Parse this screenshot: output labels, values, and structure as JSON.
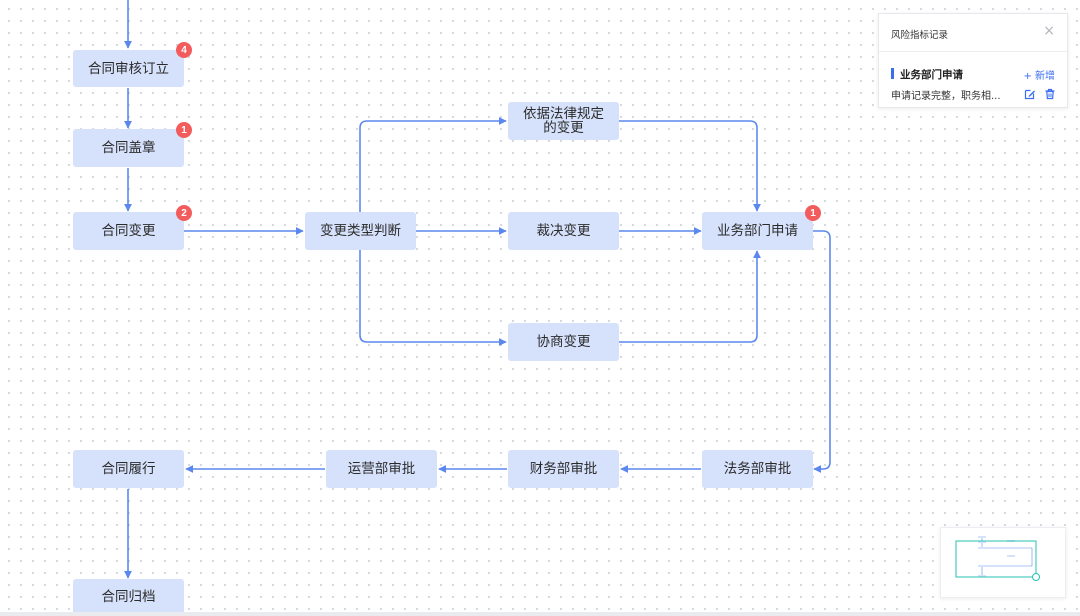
{
  "nodes": {
    "n1": "合同审核订立",
    "n2": "合同盖章",
    "n3": "合同变更",
    "n4": "变更类型判断",
    "n5": "依据法律规定的变更",
    "n6": "裁决变更",
    "n7": "协商变更",
    "n8": "业务部门申请",
    "n9": "法务部审批",
    "n10": "财务部审批",
    "n11": "运营部审批",
    "n12": "合同履行",
    "n13": "合同归档"
  },
  "badges": {
    "n1": "4",
    "n2": "1",
    "n3": "2",
    "n8": "1"
  },
  "panel": {
    "title": "风险指标记录",
    "close": "×",
    "section_title": "业务部门申请",
    "add_label": "+ 新增",
    "record_text": "申请记录完整，职务相..."
  },
  "colors": {
    "node_fill": "#d6e2fb",
    "edge": "#5b88ee",
    "badge": "#f25c5c",
    "accent": "#3a6df0",
    "minimap_frame": "#26c2b0"
  },
  "icons": {
    "edit": "edit-icon",
    "delete": "trash-icon",
    "close": "close-icon"
  }
}
